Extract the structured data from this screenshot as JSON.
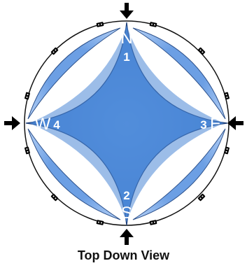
{
  "caption": "Top Down View",
  "compass": {
    "north": {
      "letter": "N",
      "number": "1"
    },
    "east": {
      "letter": "E",
      "number": "3"
    },
    "south": {
      "letter": "S",
      "number": "2"
    },
    "west": {
      "letter": "W",
      "number": "4"
    }
  },
  "colors": {
    "outer_ring": "#111111",
    "petal_light": "#a9c8f3",
    "center_fill": "#4a86d6",
    "center_dark": "#2f64b4",
    "marker": "#000000"
  },
  "icons": [
    "arrow-down-icon",
    "arrow-left-icon",
    "arrow-up-icon",
    "arrow-right-icon",
    "post-marker-icon"
  ]
}
